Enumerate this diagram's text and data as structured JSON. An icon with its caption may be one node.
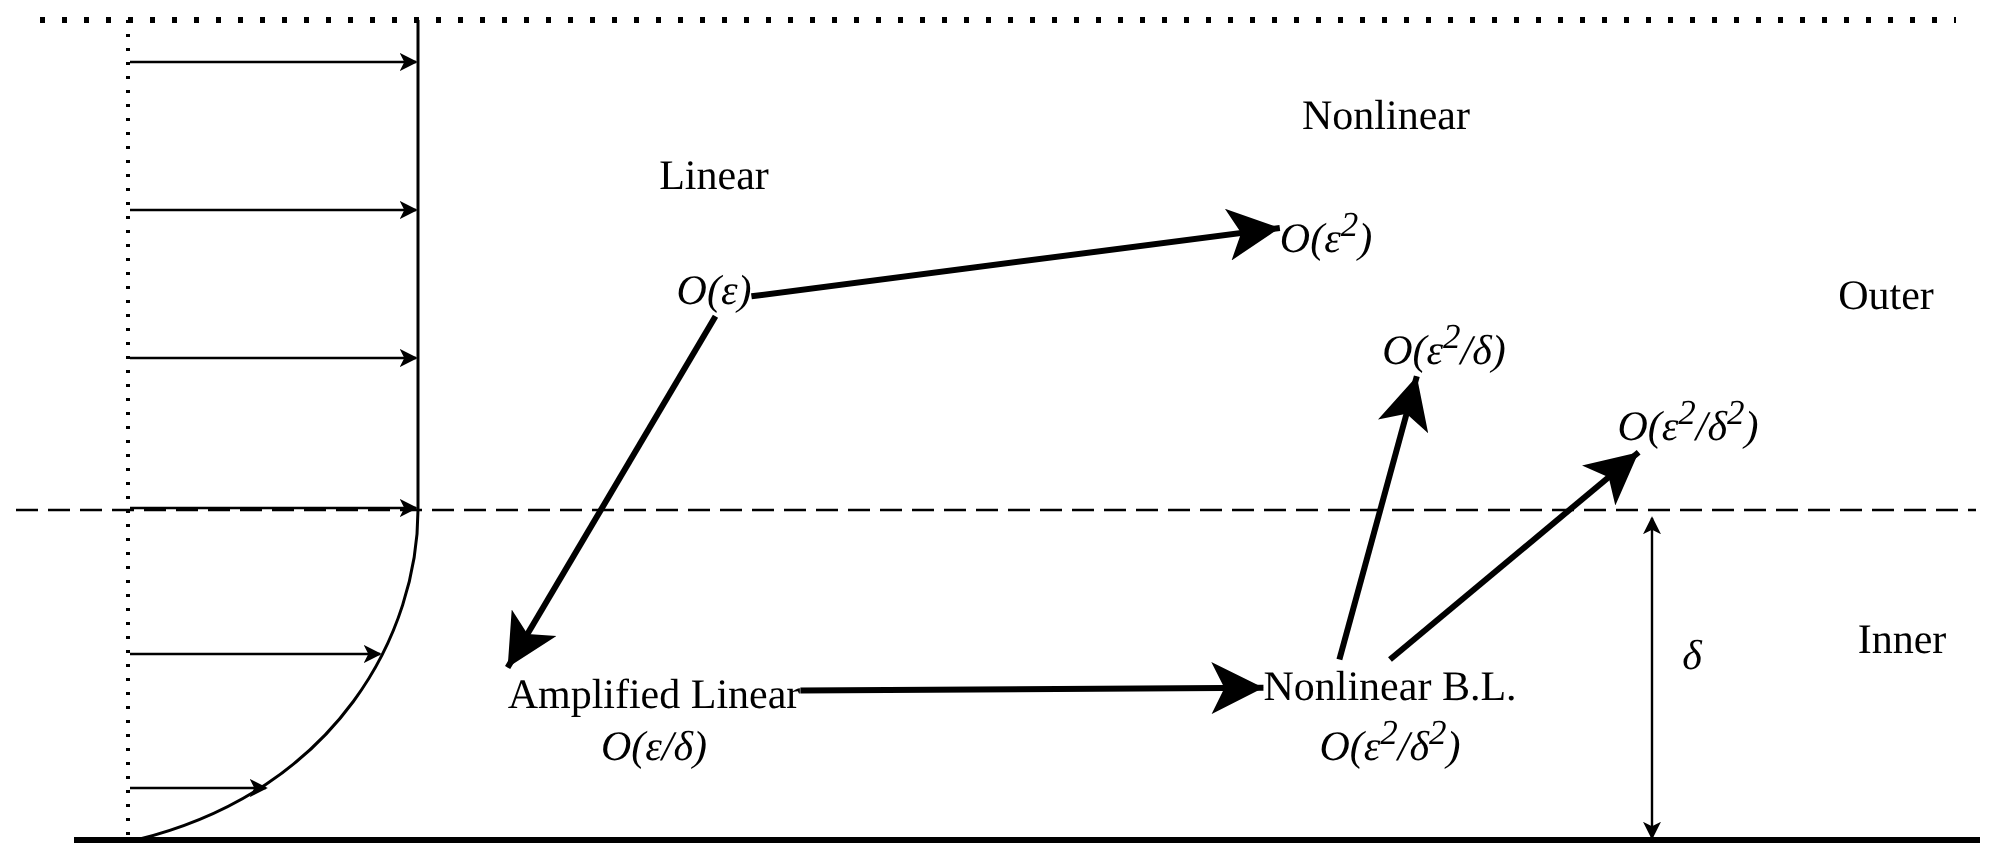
{
  "diagram": {
    "nodes": [
      {
        "text": [
          "O(ε)"
        ]
      },
      {
        "text": [
          "O(ε$^{2}$)"
        ]
      },
      {
        "text": [
          "Amplified Linear",
          "O(ε/δ)"
        ]
      },
      {
        "text": [
          "Nonlinear B.L.",
          "O(ε$^{2}$/δ$^{2}$)"
        ]
      },
      {
        "text": [
          "O(ε$^{2}$/δ)"
        ]
      },
      {
        "text": [
          "O(ε$^{2}$/δ$^{2}$)"
        ]
      }
    ],
    "edges": [
      {
        "from": 0,
        "to": 1,
        "arrow": "to"
      },
      {
        "from": 0,
        "to": 2,
        "arrow": "to"
      },
      {
        "from": 2,
        "to": 3,
        "arrow": "to"
      },
      {
        "from": 3,
        "to": 4,
        "arrow": "to"
      },
      {
        "from": 3,
        "to": 5,
        "arrow": "to"
      }
    ],
    "labels": [
      "Linear",
      "Nonlinear",
      "Outer",
      "Inner",
      "δ"
    ]
  }
}
